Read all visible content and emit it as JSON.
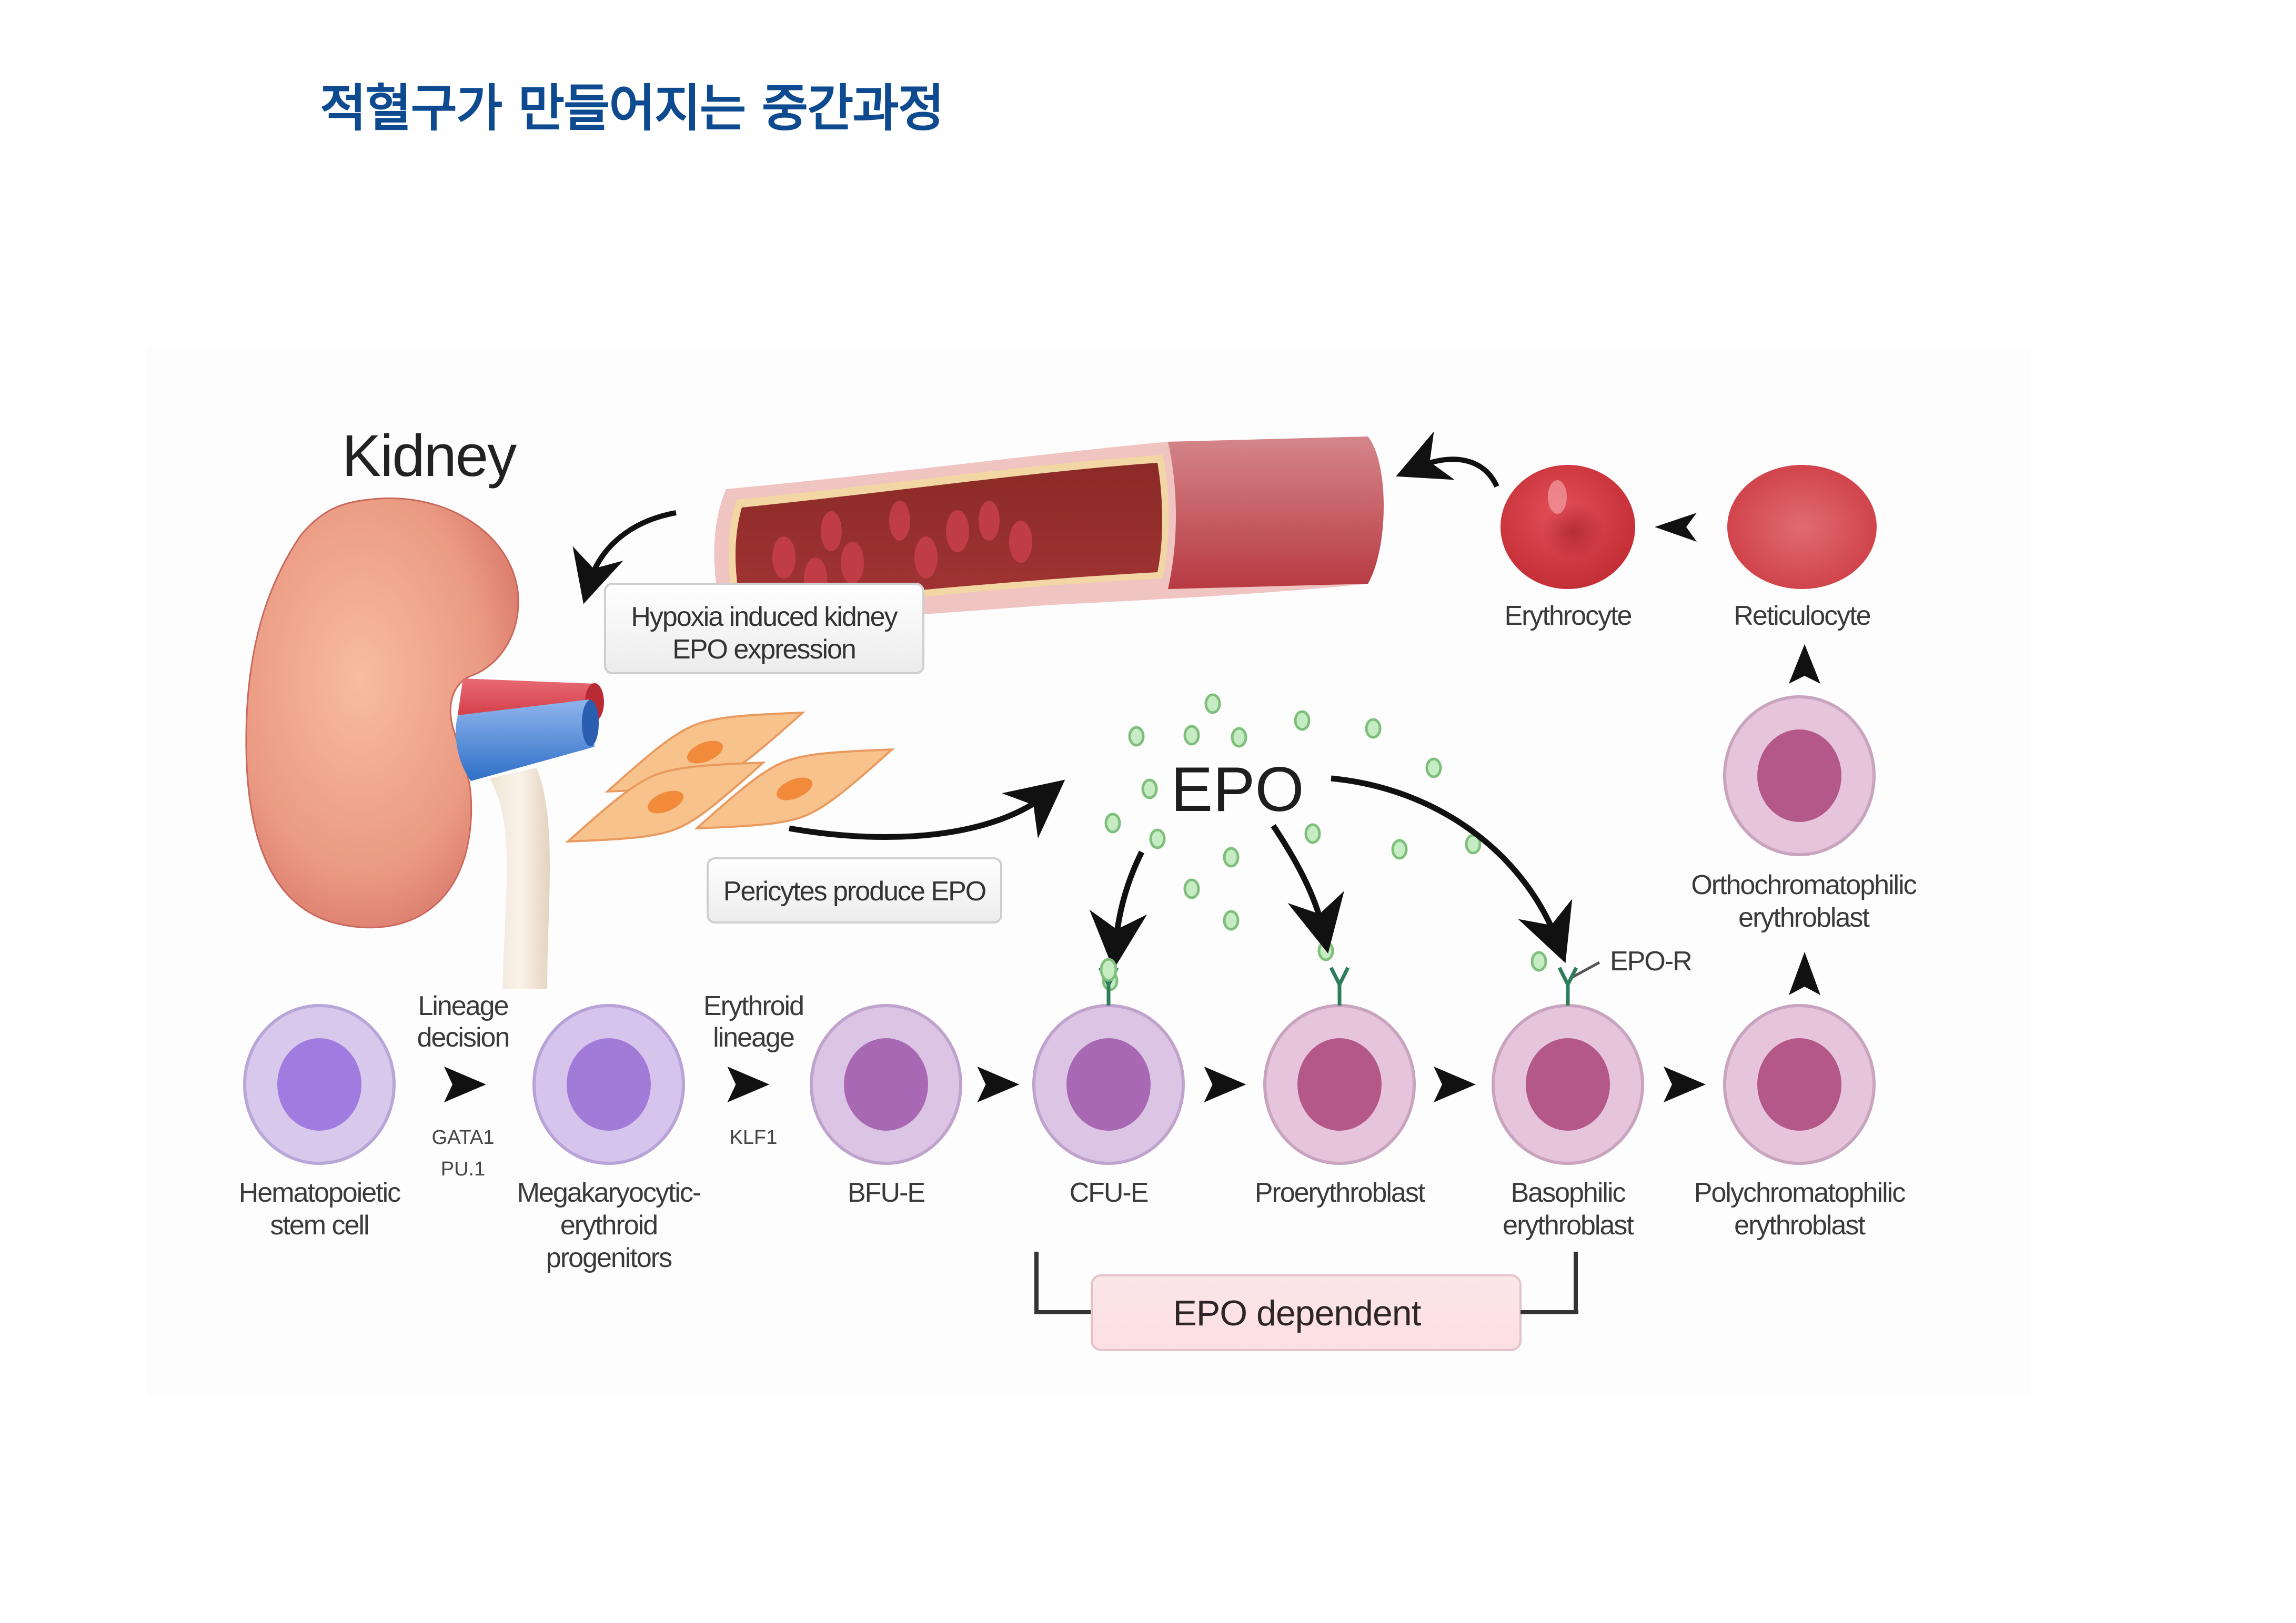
{
  "title": "적혈구가 만들어지는 중간과정",
  "colors": {
    "title": "#0d4a8f",
    "arrow": "#111111",
    "epo_dot_fill": "#c6ecc4",
    "epo_dot_stroke": "#7fbf7c",
    "receptor": "#2e7d5b",
    "dependent_box": "#fde3e6"
  },
  "diagram": {
    "kidney_label": "Kidney",
    "hypoxia_box": [
      "Hypoxia induced kidney",
      "EPO expression"
    ],
    "pericytes_box": "Pericytes produce EPO",
    "epo_label": "EPO",
    "epo_receptor_label": "EPO-R",
    "epo_dependent_label": "EPO dependent",
    "transitions": [
      {
        "top": [
          "Lineage",
          "decision"
        ],
        "bottom": [
          "GATA1",
          "PU.1"
        ]
      },
      {
        "top": [
          "Erythroid",
          "lineage"
        ],
        "bottom": [
          "KLF1"
        ]
      }
    ],
    "cells_row": [
      {
        "name": "hematopoietic-stem-cell",
        "label": [
          "Hematopoietic",
          "stem cell"
        ],
        "stage": "stem"
      },
      {
        "name": "mep",
        "label": [
          "Megakaryocytic-",
          "erythroid",
          "progenitors"
        ],
        "stage": "progenitor"
      },
      {
        "name": "bfu-e",
        "label": [
          "BFU-E"
        ],
        "stage": "bfu"
      },
      {
        "name": "cfu-e",
        "label": [
          "CFU-E"
        ],
        "stage": "cfu",
        "receptor": "bound"
      },
      {
        "name": "proerythroblast",
        "label": [
          "Proerythroblast"
        ],
        "stage": "pro",
        "receptor": "free"
      },
      {
        "name": "basophilic-erythroblast",
        "label": [
          "Basophilic",
          "erythroblast"
        ],
        "stage": "baso",
        "receptor": "free"
      },
      {
        "name": "polychromatophilic-erythroblast",
        "label": [
          "Polychromatophilic",
          "erythroblast"
        ],
        "stage": "poly"
      }
    ],
    "orthochromatophilic": {
      "label": [
        "Orthochromatophilic",
        "erythroblast"
      ]
    },
    "reticulocyte": {
      "label": [
        "Reticulocyte"
      ]
    },
    "erythrocyte": {
      "label": [
        "Erythrocyte"
      ]
    }
  }
}
